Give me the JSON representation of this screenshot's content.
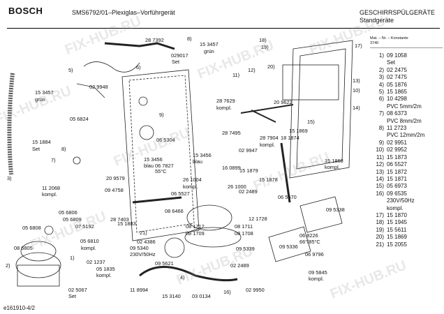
{
  "header": {
    "brand": "BOSCH",
    "model": "SMS6792/01–Plexiglas–Vorführgerät",
    "category": "GESCHIRRSPÜLGERÄTE",
    "subcategory": "Standgeräte"
  },
  "parts_header": "Mat. – Nr. – Konstante\n3740",
  "parts_list": [
    {
      "no": "1)",
      "text": "09 1058"
    },
    {
      "no": "",
      "text": "Set"
    },
    {
      "no": "2)",
      "text": "02 2475"
    },
    {
      "no": "3)",
      "text": "02 7475"
    },
    {
      "no": "4)",
      "text": "05 1876"
    },
    {
      "no": "5)",
      "text": "15 1865"
    },
    {
      "no": "6)",
      "text": "10 4298"
    },
    {
      "no": "",
      "text": "PVC 5mm/2m"
    },
    {
      "no": "7)",
      "text": "08 6373"
    },
    {
      "no": "",
      "text": "PVC 8mm/2m"
    },
    {
      "no": "8)",
      "text": "11 2723"
    },
    {
      "no": "",
      "text": "PVC 12mm/2m"
    },
    {
      "no": "9)",
      "text": "02 9951"
    },
    {
      "no": "10)",
      "text": "02 9952"
    },
    {
      "no": "11)",
      "text": "15 1873"
    },
    {
      "no": "12)",
      "text": "06 5527"
    },
    {
      "no": "13)",
      "text": "15 1872"
    },
    {
      "no": "14)",
      "text": "15 1871"
    },
    {
      "no": "15)",
      "text": "05 6973"
    },
    {
      "no": "16)",
      "text": "09 6535"
    },
    {
      "no": "",
      "text": "230V/50Hz"
    },
    {
      "no": "",
      "text": "kompl."
    },
    {
      "no": "17)",
      "text": "15 1870"
    },
    {
      "no": "18)",
      "text": "15 1945"
    },
    {
      "no": "19)",
      "text": "15 5611"
    },
    {
      "no": "20)",
      "text": "15 1869"
    },
    {
      "no": "21)",
      "text": "15 2055"
    }
  ],
  "labels": [
    "28 7392",
    "8)",
    "15 3457",
    "grün",
    "029017",
    "Set",
    "5)",
    "6)",
    "02 9948",
    "15 3457",
    "grün",
    "05 6824",
    "15 1884",
    "Set",
    "7)",
    "8)",
    "9)",
    "11 2068",
    "kompl.",
    "20 9579",
    "09 4758",
    "05 6806",
    "05 6808",
    "05 6809",
    "07 5192",
    "08 6805",
    "05 6810",
    "kompl.",
    "1)",
    "2)",
    "02 1237",
    "05 1835",
    "kompl.",
    "02 5067",
    "Set",
    "15 3456",
    "blau",
    "15 3456",
    "blau",
    "06 5304",
    "06 7827",
    "55°C",
    "26 1004",
    "kompl.",
    "06 5527",
    "28 7403",
    "08 6466",
    "15 1883",
    "21)",
    "02 4386",
    "09 5340",
    "230V/50Hz",
    "09 5621",
    "08 1712",
    "08 1709",
    "08 1711",
    "08 1708",
    "11 8994",
    "15 3140",
    "03 0134",
    "02 2489",
    "02 9950",
    "16)",
    "09 5339",
    "12 1728",
    "26 1000",
    "16 0899",
    "28 7629",
    "kompl.",
    "28 7495",
    "02 9947",
    "28 7904",
    "kompl.",
    "15 1879",
    "15 1878",
    "18 1874",
    "15 1869",
    "20 9622",
    "15 1868",
    "kompl.",
    "06 5570",
    "09 5338",
    "02 2489",
    "09 5336",
    "06 8226",
    "66°/85°C",
    "06 9796",
    "09 5845",
    "kompl.",
    "17)",
    "18)",
    "19)",
    "20)",
    "13)",
    "12)",
    "11)",
    "10)",
    "14)",
    "15)",
    "3)",
    "4)"
  ],
  "doc_id": "e161910-4/2",
  "watermark": "FIX-HUB.RU"
}
